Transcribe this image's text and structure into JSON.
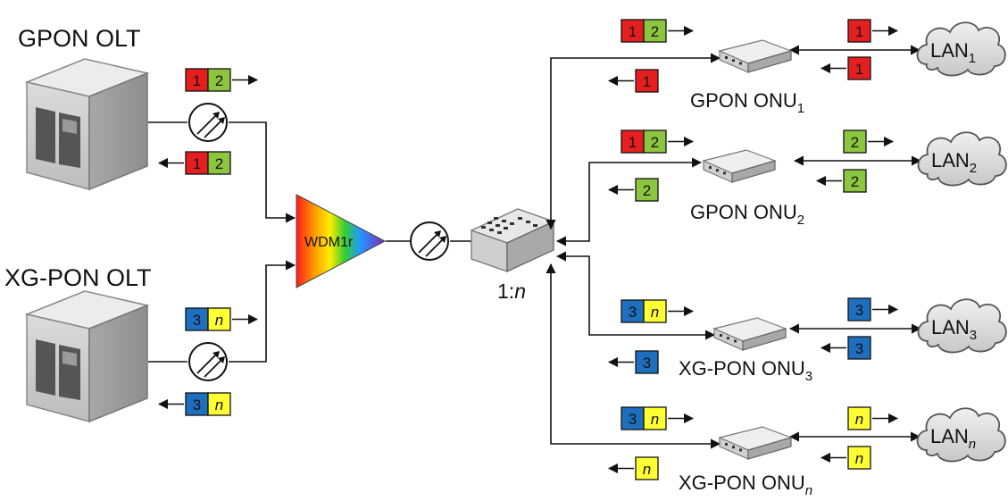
{
  "olts": {
    "gpon": {
      "label": "GPON OLT"
    },
    "xgpon": {
      "label": "XG-PON OLT"
    }
  },
  "wdm": {
    "label": "WDM1r"
  },
  "splitter": {
    "label_prefix": "1:",
    "label_n": "n"
  },
  "onus": [
    {
      "label": "GPON ONU",
      "sub": "1",
      "sub_italic": false,
      "lan": "LAN",
      "lan_sub": "1"
    },
    {
      "label": "GPON ONU",
      "sub": "2",
      "sub_italic": false,
      "lan": "LAN",
      "lan_sub": "2"
    },
    {
      "label": "XG-PON ONU",
      "sub": "3",
      "sub_italic": false,
      "lan": "LAN",
      "lan_sub": "3"
    },
    {
      "label": "XG-PON ONU",
      "sub": "n",
      "sub_italic": true,
      "lan": "LAN",
      "lan_sub": "n"
    }
  ],
  "packet_colors": {
    "1": "#e51f1f",
    "2": "#8cc63f",
    "3": "#1f6fbf",
    "n": "#ffff33"
  },
  "packets": {
    "gpon_down": [
      "1",
      "2"
    ],
    "gpon_up": [
      "1",
      "2"
    ],
    "xgpon_down": [
      "3",
      "n"
    ],
    "xgpon_up": [
      "3",
      "n"
    ],
    "onu1_down": [
      "1",
      "2"
    ],
    "onu1_up": [
      "1"
    ],
    "onu1_lan_down": [
      "1"
    ],
    "onu1_lan_up": [
      "1"
    ],
    "onu2_down": [
      "1",
      "2"
    ],
    "onu2_up": [
      "2"
    ],
    "onu2_lan_down": [
      "2"
    ],
    "onu2_lan_up": [
      "2"
    ],
    "onu3_down": [
      "3",
      "n"
    ],
    "onu3_up": [
      "3"
    ],
    "onu3_lan_down": [
      "3"
    ],
    "onu3_lan_up": [
      "3"
    ],
    "onun_down": [
      "3",
      "n"
    ],
    "onun_up": [
      "n"
    ],
    "onun_lan_down": [
      "n"
    ],
    "onun_lan_up": [
      "n"
    ]
  }
}
